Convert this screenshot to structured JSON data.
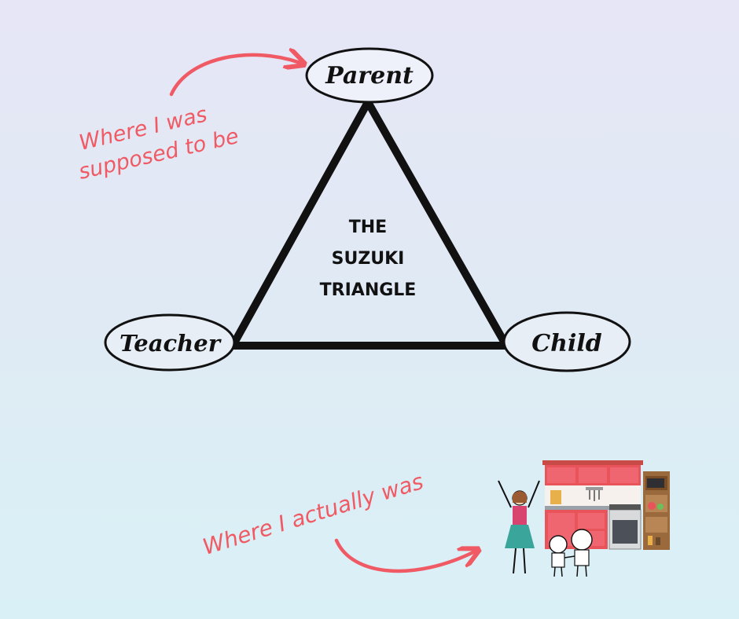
{
  "diagram": {
    "title_lines": [
      "THE",
      "SUZUKI",
      "TRIANGLE"
    ],
    "nodes": {
      "parent": "Parent",
      "teacher": "Teacher",
      "child": "Child"
    },
    "annotations": {
      "supposed_line1": "Where I was",
      "supposed_line2": "supposed to be",
      "actual": "Where I actually was"
    },
    "colors": {
      "accent": "#ef5a64",
      "ink": "#111111"
    }
  }
}
